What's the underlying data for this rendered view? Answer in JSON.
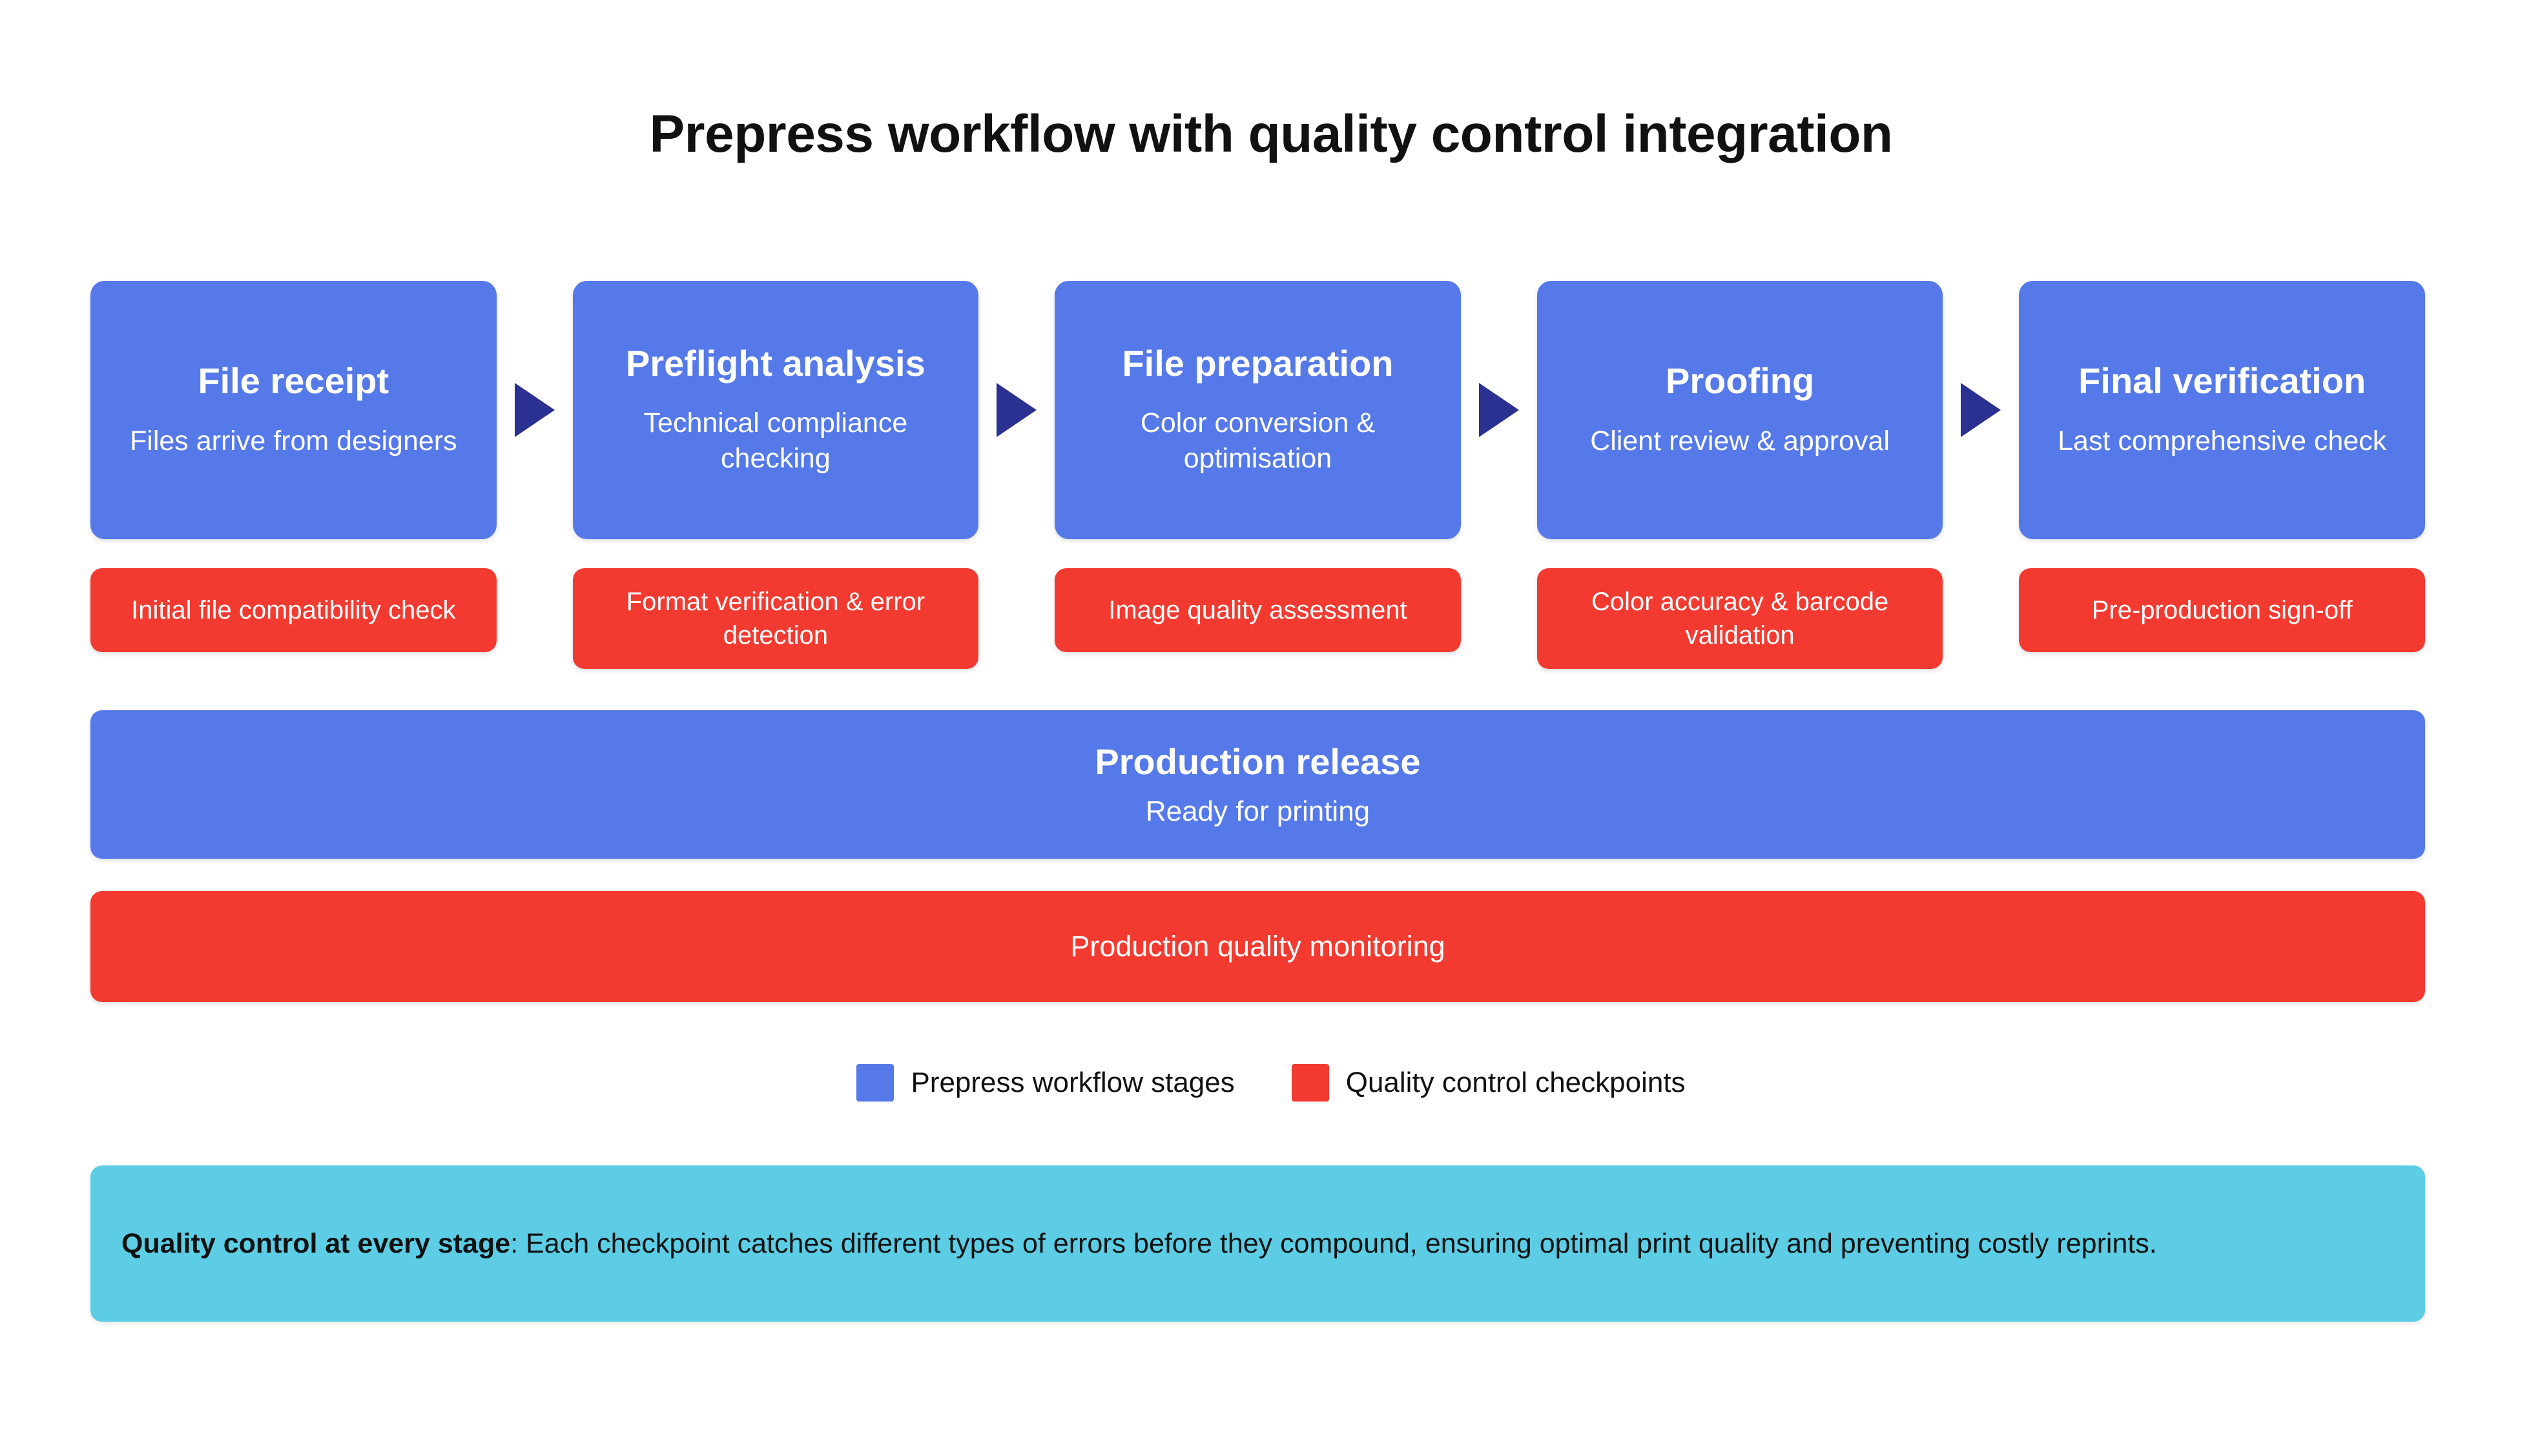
{
  "title": "Prepress workflow with quality control integration",
  "colors": {
    "stage_blue": "#5579e8",
    "checkpoint_red": "#f23a30",
    "arrow_navy": "#2b3190",
    "note_cyan": "#5ccde4",
    "background": "#ffffff",
    "stage_text": "#ffffff",
    "body_text": "#111111"
  },
  "stages": [
    {
      "title": "File receipt",
      "subtitle": "Files arrive from designers",
      "checkpoint": "Initial file compatibility check"
    },
    {
      "title": "Preflight analysis",
      "subtitle": "Technical compliance checking",
      "checkpoint": "Format verification & error detection"
    },
    {
      "title": "File preparation",
      "subtitle": "Color conversion & optimisation",
      "checkpoint": "Image quality assessment"
    },
    {
      "title": "Proofing",
      "subtitle": "Client review & approval",
      "checkpoint": "Color accuracy & barcode validation"
    },
    {
      "title": "Final verification",
      "subtitle": "Last comprehensive check",
      "checkpoint": "Pre-production sign-off"
    }
  ],
  "arrow_icon": "triangle-right-icon",
  "release": {
    "title": "Production release",
    "subtitle": "Ready for printing"
  },
  "monitoring": {
    "label": "Production quality monitoring"
  },
  "legend": [
    {
      "swatch": "blue",
      "label": "Prepress workflow stages"
    },
    {
      "swatch": "red",
      "label": "Quality control checkpoints"
    }
  ],
  "note": {
    "bold_lead": "Quality control at every stage",
    "body": ": Each checkpoint catches different types of errors before they compound, ensuring optimal print quality and preventing costly reprints."
  }
}
